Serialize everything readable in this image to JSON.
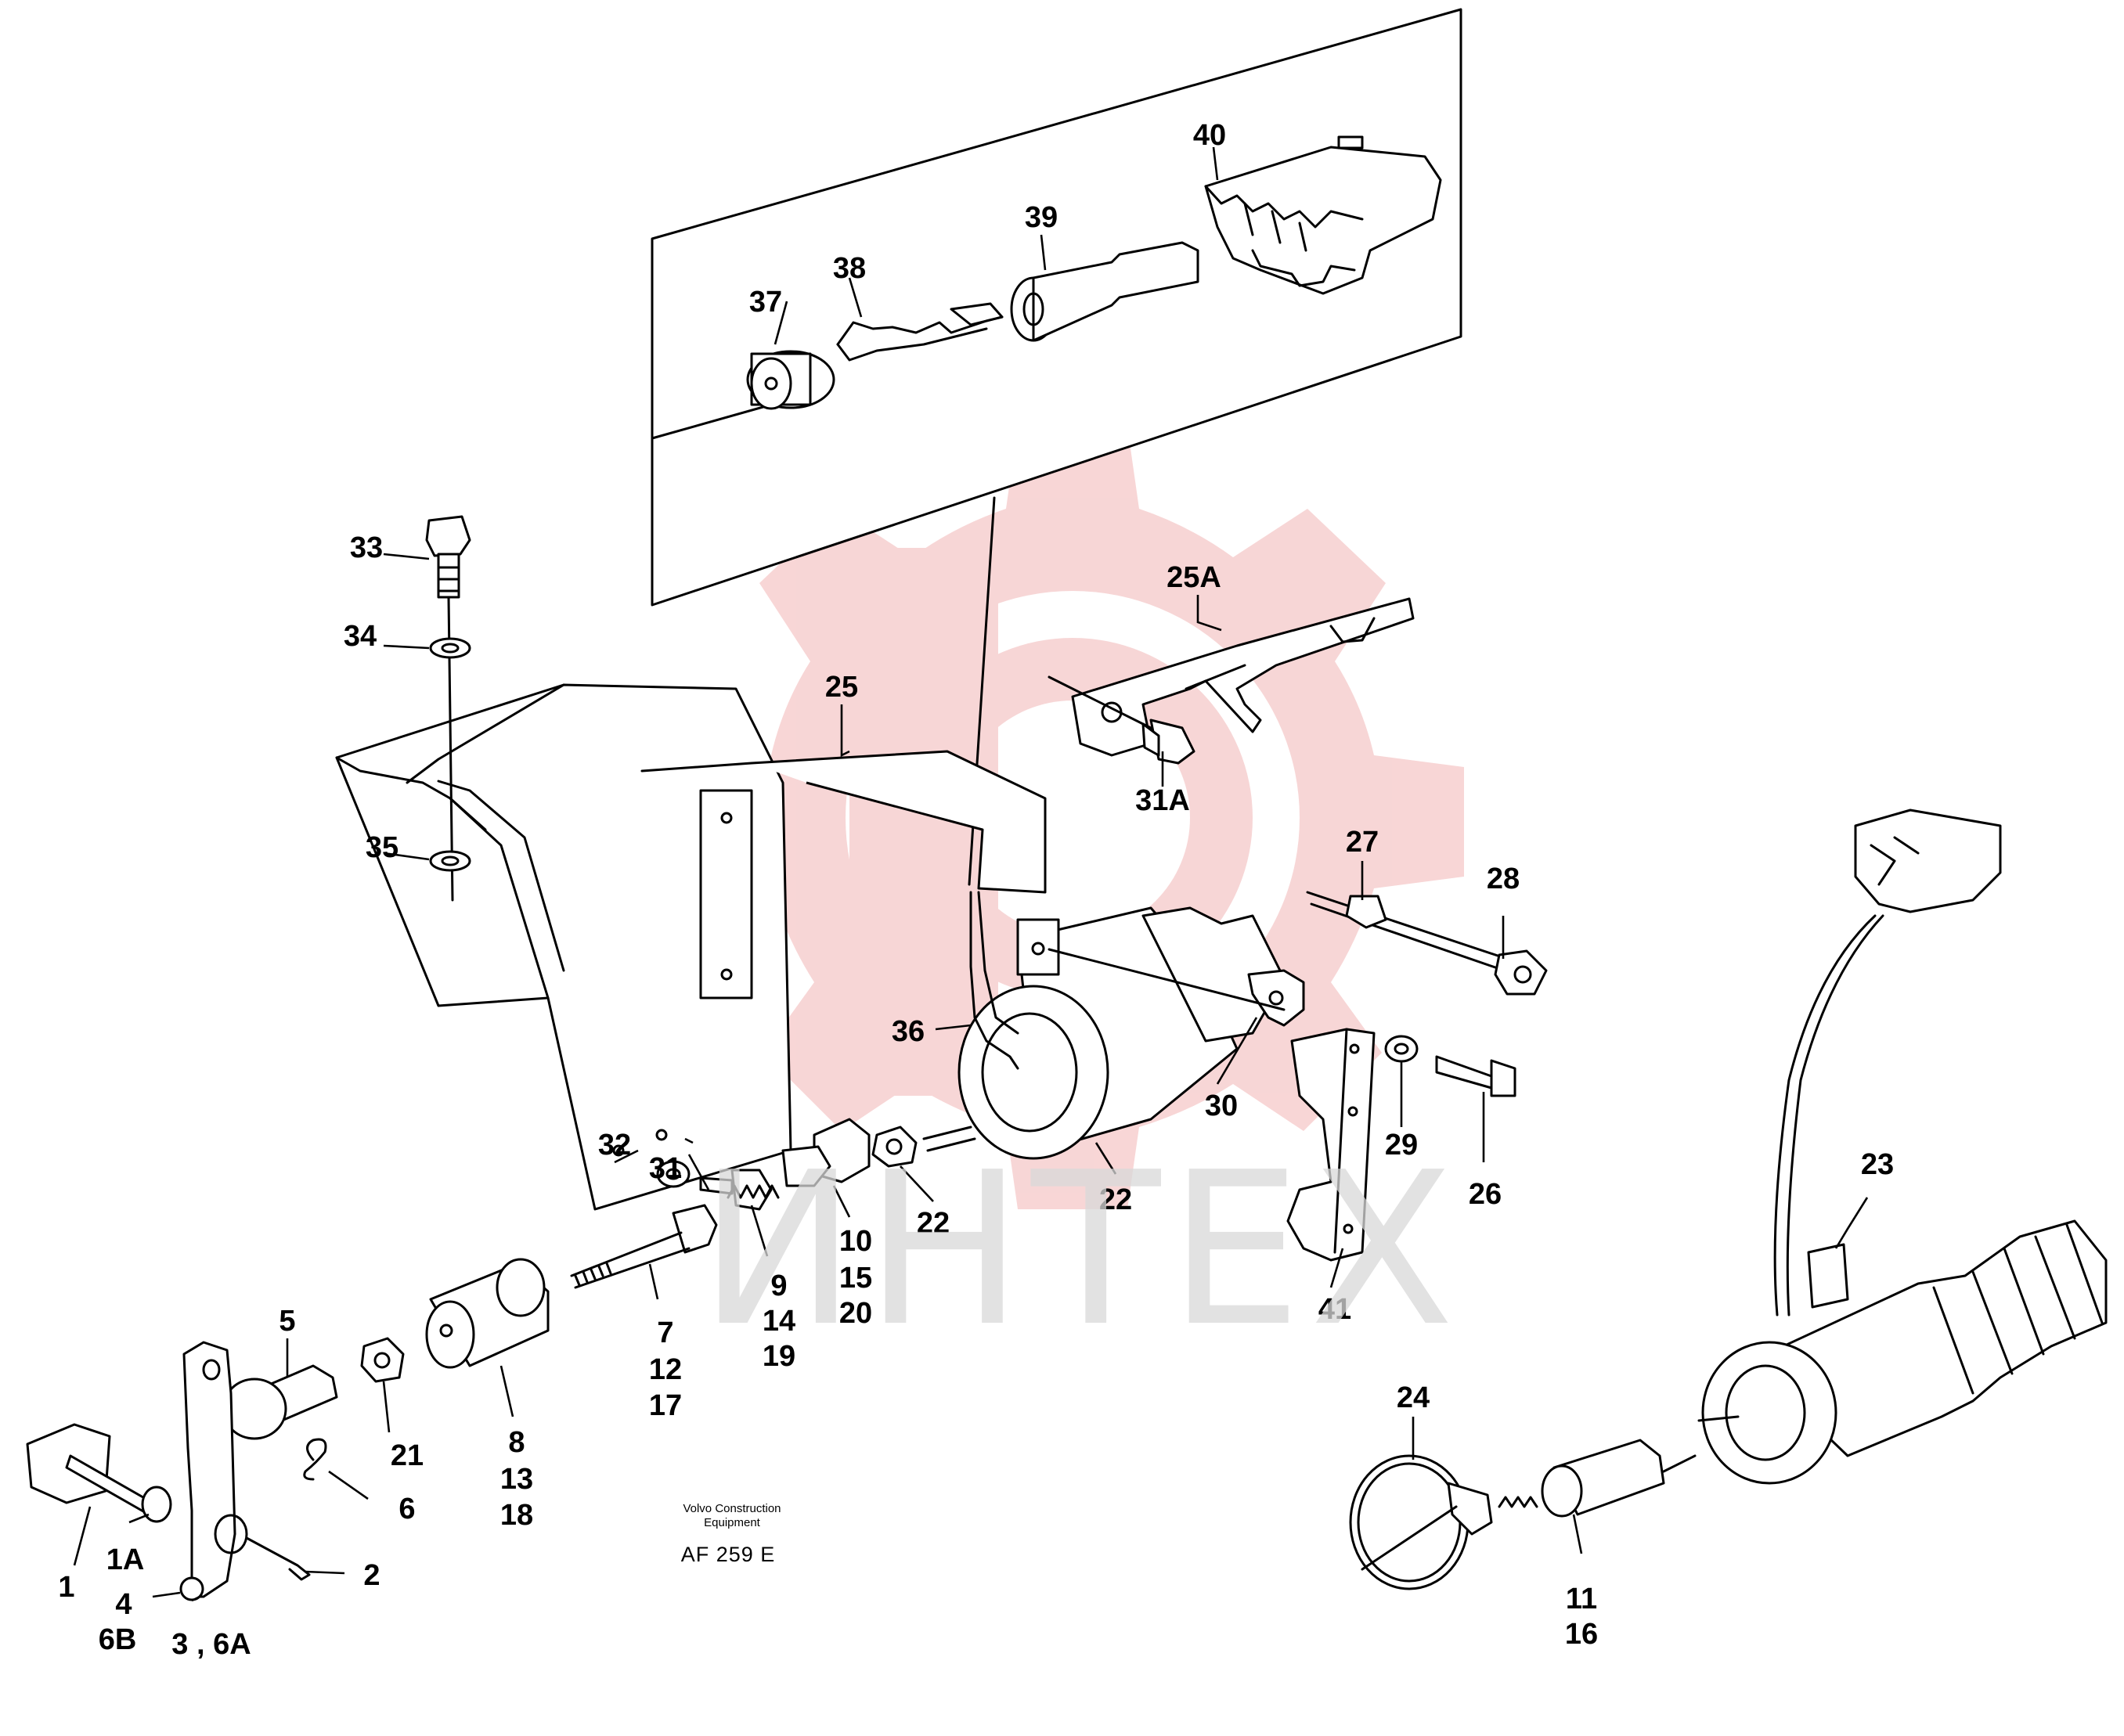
{
  "publisher": {
    "line1": "Volvo Construction",
    "line2": "Equipment",
    "drawing_code": "AF 259 E"
  },
  "watermark": {
    "text": "ИНТЕХ",
    "logo": "red-gear-logo",
    "logo_color": "#f2b5b5",
    "text_color": "#d9d9d9"
  },
  "callouts": {
    "c1": "1",
    "c1A": "1A",
    "c2": "2",
    "c4_6B": [
      "4",
      "6B"
    ],
    "c3_6A": "3 , 6A",
    "c5": "5",
    "c6": "6",
    "c7": [
      "7",
      "12",
      "17"
    ],
    "c8": [
      "8",
      "13",
      "18"
    ],
    "c9": [
      "9",
      "14",
      "19"
    ],
    "c10": [
      "10",
      "15",
      "20"
    ],
    "c11": [
      "11",
      "16"
    ],
    "c21": "21",
    "c22a": "22",
    "c22b": "22",
    "c23": "23",
    "c24": "24",
    "c25": "25",
    "c25A": "25A",
    "c26": "26",
    "c27": "27",
    "c28": "28",
    "c29": "29",
    "c30": "30",
    "c31": "31",
    "c31A": "31A",
    "c32": "32",
    "c33": "33",
    "c34": "34",
    "c35": "35",
    "c36": "36",
    "c37": "37",
    "c38": "38",
    "c39": "39",
    "c40": "40",
    "c41": "41"
  }
}
